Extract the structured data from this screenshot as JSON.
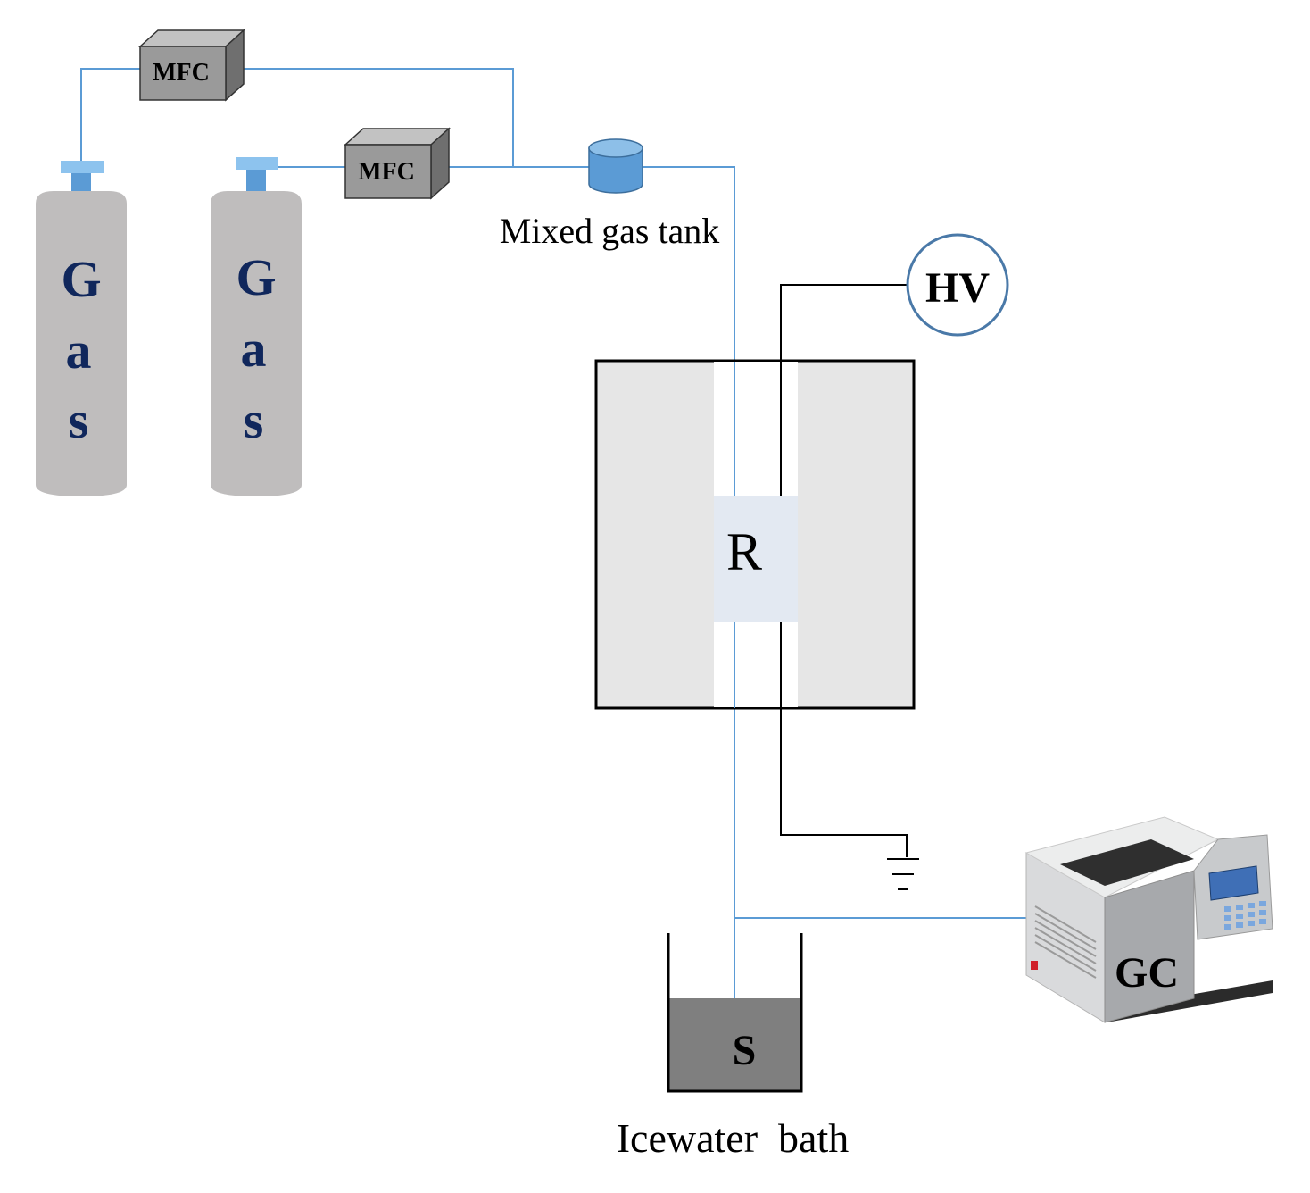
{
  "cylinders": [
    {
      "letters": [
        "G",
        "a",
        "s"
      ]
    },
    {
      "letters": [
        "G",
        "a",
        "s"
      ]
    }
  ],
  "mfc_units": [
    {
      "label": "MFC"
    },
    {
      "label": "MFC"
    }
  ],
  "mixed_gas_tank": {
    "label": "Mixed gas tank"
  },
  "high_voltage": {
    "label": "HV"
  },
  "reactor": {
    "label": "R"
  },
  "sample_bath": {
    "label": "S",
    "caption": "Icewater  bath"
  },
  "gas_chromatograph": {
    "label": "GC"
  },
  "colors": {
    "gas_line": "#5b9bd5",
    "electric_line": "#000000",
    "cylinder_body": "#bfbdbd",
    "cylinder_text": "#10275c",
    "valve": "#5b9bd5",
    "mfc_face": "#9a9a9a",
    "reactor_body": "#e6e6e6",
    "reactor_zone": "#e3e9f2",
    "bath_liquid": "#7f7f7f"
  }
}
